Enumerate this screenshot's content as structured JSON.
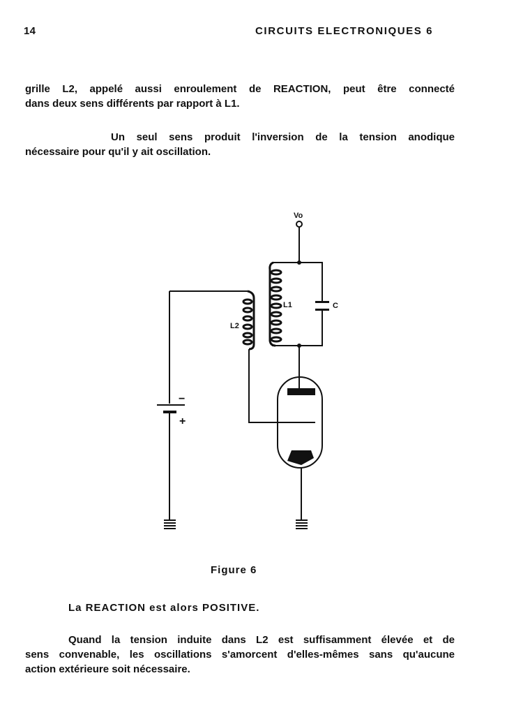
{
  "header": {
    "page_number": "14",
    "running_title": "CIRCUITS ELECTRONIQUES 6"
  },
  "paragraphs": [
    {
      "lines": [
        "grille L2, appelé aussi enroulement de REACTION, peut être connecté",
        "dans deux sens différents par rapport à L1."
      ]
    },
    {
      "lines": [
        "Un seul sens produit l'inversion de la tension anodique",
        "nécessaire pour qu'il y ait oscillation."
      ]
    }
  ],
  "figure": {
    "labels": {
      "vo": "Vo",
      "l1": "L1",
      "l2": "L2",
      "c": "C",
      "minus": "−",
      "plus": "+"
    },
    "caption": "Figure 6"
  },
  "after": {
    "statement": "La REACTION est alors POSITIVE.",
    "paragraph_lines": [
      "Quand la tension induite dans L2 est suffisamment élevée et de",
      "sens convenable, les oscillations s'amorcent d'elles-mêmes sans qu'aucune",
      "action extérieure soit nécessaire."
    ]
  }
}
